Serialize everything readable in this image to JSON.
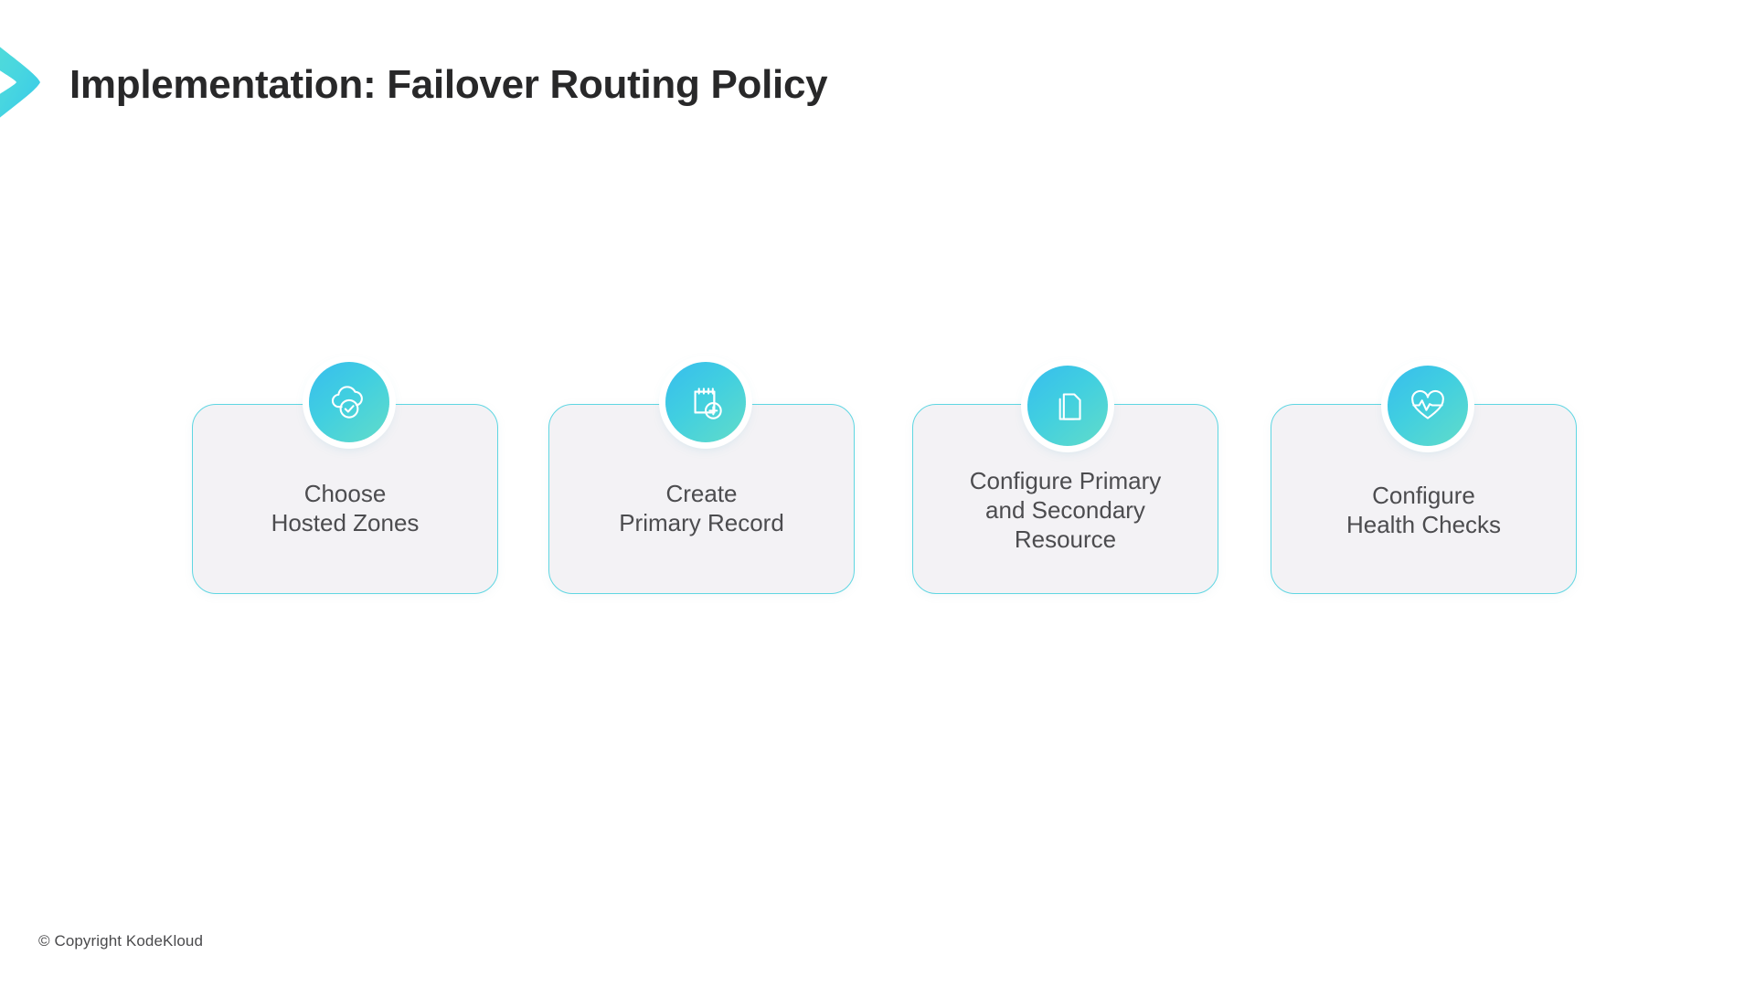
{
  "slide": {
    "title": "Implementation: Failover Routing Policy",
    "footer": "© Copyright KodeKloud",
    "brand_icon": "chevron-right-brand-mark"
  },
  "theme": {
    "accent_cyan": "#41cfe0",
    "accent_blue": "#37bdee",
    "accent_teal": "#62dcc9",
    "card_fill": "#f3f2f5",
    "card_border": "#5fd6e2",
    "title_color": "#282829",
    "label_color": "#4c4c4f",
    "background": "#ffffff"
  },
  "steps": [
    {
      "id": "choose-hosted-zones",
      "label": "Choose\nHosted Zones",
      "icon": "cloud-check-icon"
    },
    {
      "id": "create-primary-record",
      "label": "Create\nPrimary Record",
      "icon": "notepad-plus-icon"
    },
    {
      "id": "configure-primary-and-secondary-resource",
      "label": "Configure Primary\nand Secondary\nResource",
      "icon": "documents-copy-icon"
    },
    {
      "id": "configure-health-checks",
      "label": "Configure\nHealth Checks",
      "icon": "heart-pulse-icon"
    }
  ]
}
